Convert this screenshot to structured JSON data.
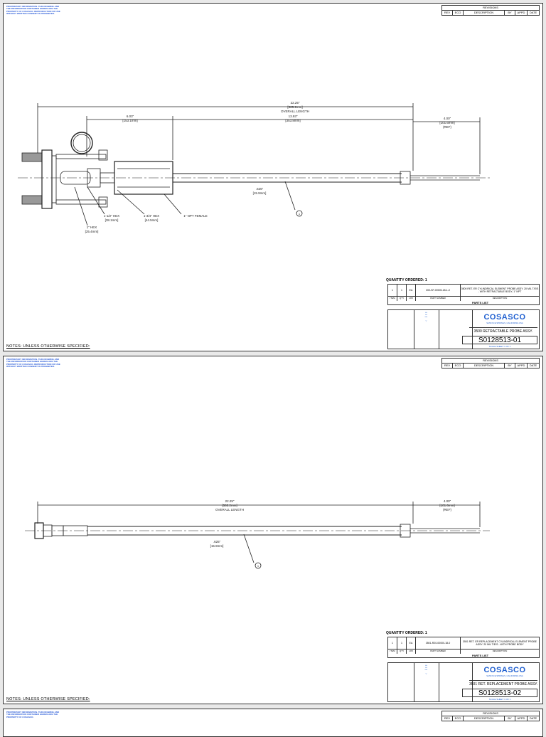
{
  "sheets": [
    {
      "corner_note": "PROPRIETARY INFORMATION. THIS DRAWING AND THE INFORMATION CONTAINED HEREIN ARE THE PROPERTY OF COSASCO. REPRODUCTION OR USE WITHOUT WRITTEN CONSENT IS PROHIBITED.",
      "revisions": {
        "title": "REVISIONS",
        "headers": [
          "REV",
          "ECO",
          "DESCRIPTION",
          "BY",
          "APPD",
          "DATE"
        ]
      },
      "dimensions": {
        "overall": "22.25\"",
        "overall_mm": "[565.2mm]",
        "overall_label": "OVERALL LENGTH",
        "seg1": "6.03\"",
        "seg1_mm": "[153.1mm]",
        "seg2": "13.93\"",
        "seg2_mm": "[353.8mm]",
        "tip": "4.00\"",
        "tip_mm": "[101.6mm]",
        "tip_ref": "(REF)",
        "dia": ".625\"",
        "dia_mm": "[15.9mm]"
      },
      "callouts": {
        "hex1": "1-1/2\" HEX",
        "hex1_mm": "[38.1mm]",
        "hex2": "1-3/4\" HEX",
        "hex2_mm": "[44.5mm]",
        "female": "1\" NPT FEMALE",
        "hex3": "1\" HEX",
        "hex3_mm": "[25.4mm]",
        "balloon": "1"
      },
      "quantity": "QUANTITY ORDERED: 1",
      "bom": {
        "item": "1",
        "qty": "1",
        "um": "EA",
        "part": "300-SF-00000-18-1-0",
        "desc": "3500 RET. ER CYLINDRICAL ELEMENT PROBE ASSY. 20 MIL T/E/S - WITH RETRACTABLE BODY, 1\" NPT"
      },
      "bom_headers": [
        "ITEM",
        "QTY",
        "U/M",
        "PART NUMBER",
        "DESCRIPTION"
      ],
      "parts_list": "PARTS LIST",
      "company": "COSASCO",
      "company_sub": "SANTA FE SPRINGS, CALIFORNIA USA",
      "drawing_title": "3500 RETRACTABLE PROBE ASSY.",
      "drawing_number": "S0128513-01",
      "foot": "SCALE  SHEET 1 OF 1",
      "notes": "NOTES: UNLESS OTHERWISE SPECIFIED:"
    },
    {
      "corner_note": "PROPRIETARY INFORMATION. THIS DRAWING AND THE INFORMATION CONTAINED HEREIN ARE THE PROPERTY OF COSASCO. REPRODUCTION OR USE WITHOUT WRITTEN CONSENT IS PROHIBITED.",
      "revisions": {
        "title": "REVISIONS",
        "headers": [
          "REV",
          "ECO",
          "DESCRIPTION",
          "BY",
          "APPD",
          "DATE"
        ]
      },
      "dimensions": {
        "overall": "22.25\"",
        "overall_mm": "[565.2mm]",
        "overall_label": "OVERALL LENGTH",
        "tip": "4.00\"",
        "tip_mm": "[101.6mm]",
        "tip_ref": "(REF)",
        "dia": ".625\"",
        "dia_mm": "[15.9mm]"
      },
      "callouts": {
        "balloon": "1"
      },
      "quantity": "QUANTITY ORDERED: 1",
      "bom": {
        "item": "1",
        "qty": "1",
        "um": "EA",
        "part": "3501-R20-00000-18-0",
        "desc": "3501 RET. ER REPLACEMENT CYLINDRICAL ELEMENT PROBE ASSY. 20 MIL T/E/S - WITH PROBE BODY"
      },
      "bom_headers": [
        "ITEM",
        "QTY",
        "U/M",
        "PART NUMBER",
        "DESCRIPTION"
      ],
      "parts_list": "PARTS LIST",
      "company": "COSASCO",
      "company_sub": "SANTA FE SPRINGS, CALIFORNIA USA",
      "drawing_title": "3501 RET. REPLACEMENT PROBE ASSY.",
      "drawing_number": "S0128513-02",
      "foot": "SCALE  SHEET 1 OF 1",
      "notes": "NOTES: UNLESS OTHERWISE SPECIFIED:"
    },
    {
      "corner_note": "PROPRIETARY INFORMATION. THIS DRAWING AND THE INFORMATION CONTAINED HEREIN ARE THE PROPERTY OF COSASCO.",
      "revisions": {
        "title": "REVISIONS",
        "headers": [
          "REV",
          "ECO",
          "DESCRIPTION",
          "BY",
          "APPD",
          "DATE"
        ]
      }
    }
  ]
}
